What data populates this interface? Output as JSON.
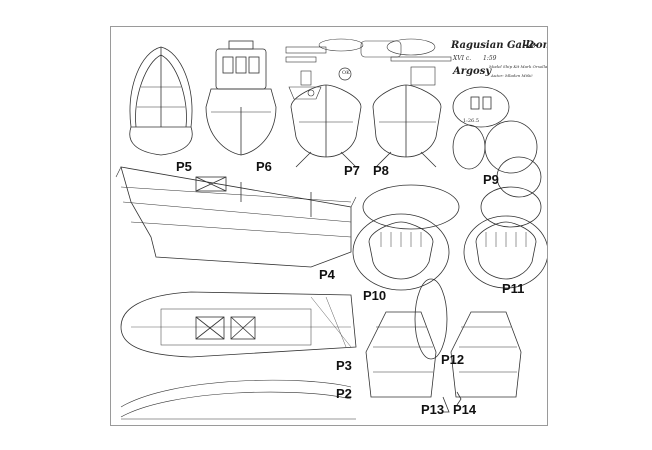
{
  "plan": {
    "title": "Ragusian Galleon",
    "sheet_number": "-2-",
    "scale": "1:59",
    "century": "XVI c.",
    "subtitle": "Argosy",
    "model_line": "Model Ship Kit Mark Orsolla",
    "author": "Autor: Mladen Mišić",
    "stamp": "OK"
  },
  "part_labels": {
    "p2": "P2",
    "p3": "P3",
    "p4": "P4",
    "p5": "P5",
    "p6": "P6",
    "p7": "P7",
    "p8": "P8",
    "p9": "P9",
    "p10": "P10",
    "p11": "P11",
    "p12": "P12",
    "p13": "P13",
    "p14": "P14"
  },
  "detail_scale": "1:26.5",
  "colors": {
    "line": "#333333",
    "paper": "#ffffff",
    "frame": "#9a9a9a"
  }
}
